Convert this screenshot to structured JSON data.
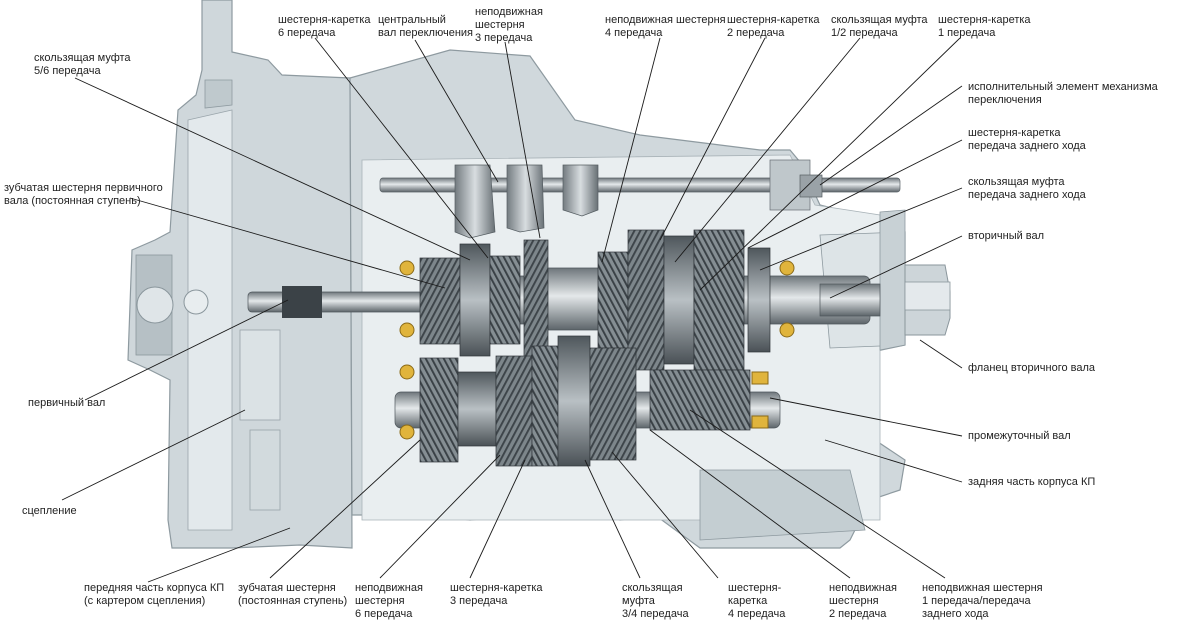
{
  "labels": {
    "l01": "шестерня-каретка\n6 передача",
    "l02": "центральный\nвал переключения",
    "l03": "неподвижная\nшестерня\n3 передача",
    "l04": "неподвижная шестерня\n4 передача",
    "l05": "шестерня-каретка\n2 передача",
    "l06": "скользящая муфта\n1/2 передача",
    "l07": "шестерня-каретка\n1 передача",
    "l08": "скользящая муфта\n5/6 передача",
    "l09": "исполнительный элемент механизма переключения",
    "l10": "шестерня-каретка\nпередача заднего хода",
    "l11": "скользящая муфта\nпередача заднего хода",
    "l12": "зубчатая шестерня первичного\nвала (постоянная ступень)",
    "l13": "вторичный вал",
    "l14": "фланец вторичного вала",
    "l15": "первичный вал",
    "l16": "промежуточный вал",
    "l17": "задняя часть корпуса КП",
    "l18": "сцепление",
    "l19": "передняя часть корпуса КП\n(с картером сцепления)",
    "l20": "зубчатая шестерня\n(постоянная ступень)",
    "l21": "неподвижная\nшестерня\n6 передача",
    "l22": "шестерня-каретка\n3 передача",
    "l23": "скользящая\nмуфта\n3/4 передача",
    "l24": "шестерня-\nкаретка\n4 передача",
    "l25": "неподвижная\nшестерня\n2 передача",
    "l26": "неподвижная шестерня\n1 передача/передача\nзаднего хода"
  },
  "colors": {
    "housing": "#c9d2d6",
    "housing_stroke": "#8e9aa0",
    "housing_inner": "#e6ecee",
    "shaft": "#8f979c",
    "gear": "#5d666c",
    "gear_light": "#a9b1b6",
    "bearing": "#e0b43c",
    "leader": "#1a1a1a",
    "text": "#222222"
  }
}
